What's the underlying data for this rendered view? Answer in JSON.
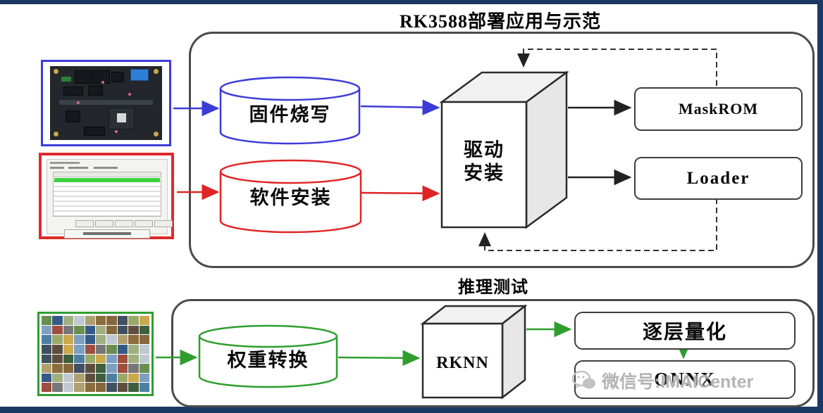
{
  "top_section": {
    "title": "RK3588部署应用与示范",
    "nodes": {
      "firmware": "固件烧写",
      "software": "软件安装",
      "driver": "驱动\n安装",
      "maskrom": "MaskROM",
      "loader": "Loader"
    }
  },
  "bottom_section": {
    "title": "推理测试",
    "nodes": {
      "weight": "权重转换",
      "rknn": "RKNN",
      "quant": "逐层量化",
      "onnx": "ONNX"
    }
  },
  "watermark": {
    "icon": "wechat-icon",
    "text": "微信号:IMAICenter"
  },
  "colors": {
    "frame": "#1c3864",
    "blue": "#3b3bd8",
    "red": "#e02424",
    "green": "#2f9e2f",
    "stroke": "#333333",
    "container_border": "#4a4a4a"
  },
  "dataset_palette": [
    "#6b8e4e",
    "#8a6d3b",
    "#4e7fa0",
    "#777777",
    "#b0a070",
    "#3e5e3e",
    "#9e4e3e",
    "#c0c8d0",
    "#5e4e3e",
    "#7ea0c0",
    "#a0b080",
    "#405060",
    "#caa84c",
    "#365a86",
    "#86663c",
    "#9aa86a"
  ]
}
